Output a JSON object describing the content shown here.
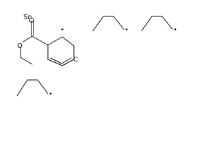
{
  "molecule": {
    "atom_labels": {
      "tin": "Sn",
      "carbonyl_oxygen": "O",
      "ester_oxygen": "O",
      "ring_carbon": "C"
    },
    "radical_symbol": "."
  },
  "colors": {
    "background": "#ffffff",
    "bonds": "#000000",
    "labels": "#000000"
  }
}
